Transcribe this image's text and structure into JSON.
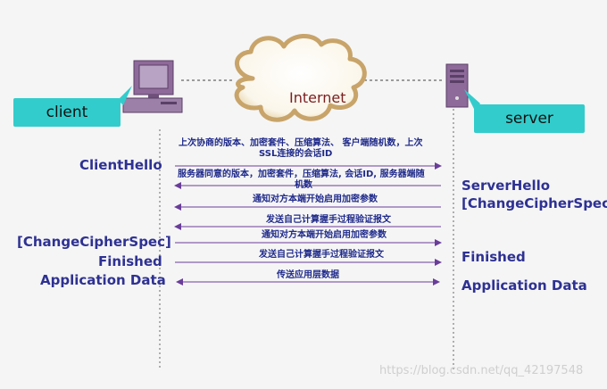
{
  "nodes": {
    "client_label": "client",
    "server_label": "server",
    "cloud_label": "Internet"
  },
  "left_phases": {
    "client_hello": "ClientHello",
    "change_cipher_spec": "[ChangeCipherSpec]",
    "finished": "Finished",
    "application_data": "Application Data"
  },
  "right_phases": {
    "server_hello": "ServerHello",
    "change_cipher_spec": "[ChangeCipherSpec]",
    "finished": "Finished",
    "application_data": "Application Data"
  },
  "messages": {
    "m1_line1": "上次协商的版本、加密套件、压缩算法、 客户端随机数，上次",
    "m1_line2": "SSL连接的会话ID",
    "m2_line1": "服务器同意的版本，加密套件，压缩算法, 会话ID, 服务器端随",
    "m2_line2": "机数",
    "m3": "通知对方本端开始启用加密参数",
    "m4": "发送自己计算握手过程验证报文",
    "m5": "通知对方本端开始启用加密参数",
    "m6": "发送自己计算握手过程验证报文",
    "m7": "传送应用层数据"
  },
  "watermark": "https://blog.csdn.net/qq_42197548",
  "colors": {
    "phase_text": "#2e3192",
    "message_text": "#1f2a8a",
    "arrow": "#6a3d9a",
    "callout": "#33cccc",
    "cloud_fill": "#ffffff",
    "cloud_outline": "#c8a46a",
    "computer_body": "#8e6a9a"
  }
}
